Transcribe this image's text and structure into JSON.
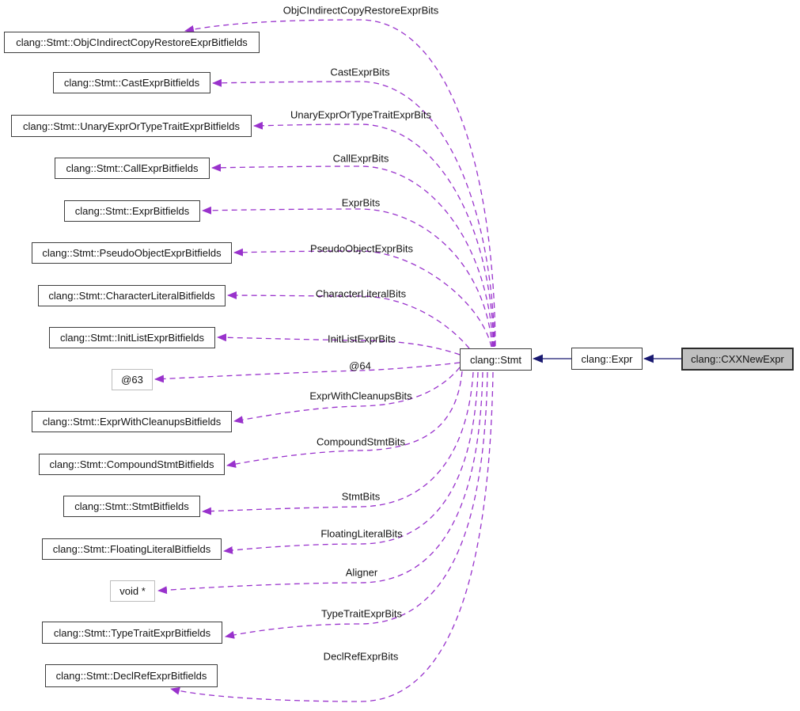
{
  "colors": {
    "dashed_edge": "#9932cc",
    "solid_edge": "#191970",
    "selected_node_fill": "#bfbfbf",
    "node_fill": "#ffffff"
  },
  "nodes": [
    {
      "label": "clang::Stmt::ObjCIndirectCopyRestoreExprBitfields"
    },
    {
      "label": "clang::Stmt::CastExprBitfields"
    },
    {
      "label": "clang::Stmt::UnaryExprOrTypeTraitExprBitfields"
    },
    {
      "label": "clang::Stmt::CallExprBitfields"
    },
    {
      "label": "clang::Stmt::ExprBitfields"
    },
    {
      "label": "clang::Stmt::PseudoObjectExprBitfields"
    },
    {
      "label": "clang::Stmt::CharacterLiteralBitfields"
    },
    {
      "label": "clang::Stmt::InitListExprBitfields"
    },
    {
      "label": "@63"
    },
    {
      "label": "clang::Stmt::ExprWithCleanupsBitfields"
    },
    {
      "label": "clang::Stmt::CompoundStmtBitfields"
    },
    {
      "label": "clang::Stmt::StmtBitfields"
    },
    {
      "label": "clang::Stmt::FloatingLiteralBitfields"
    },
    {
      "label": "void *"
    },
    {
      "label": "clang::Stmt::TypeTraitExprBitfields"
    },
    {
      "label": "clang::Stmt::DeclRefExprBitfields"
    },
    {
      "label": "clang::Stmt"
    },
    {
      "label": "clang::Expr"
    },
    {
      "label": "clang::CXXNewExpr"
    }
  ],
  "edge_labels": [
    {
      "label": "ObjCIndirectCopyRestoreExprBits"
    },
    {
      "label": "CastExprBits"
    },
    {
      "label": "UnaryExprOrTypeTraitExprBits"
    },
    {
      "label": "CallExprBits"
    },
    {
      "label": "ExprBits"
    },
    {
      "label": "PseudoObjectExprBits"
    },
    {
      "label": "CharacterLiteralBits"
    },
    {
      "label": "InitListExprBits"
    },
    {
      "label": "@64"
    },
    {
      "label": "ExprWithCleanupsBits"
    },
    {
      "label": "CompoundStmtBits"
    },
    {
      "label": "StmtBits"
    },
    {
      "label": "FloatingLiteralBits"
    },
    {
      "label": "Aligner"
    },
    {
      "label": "TypeTraitExprBits"
    },
    {
      "label": "DeclRefExprBits"
    }
  ]
}
